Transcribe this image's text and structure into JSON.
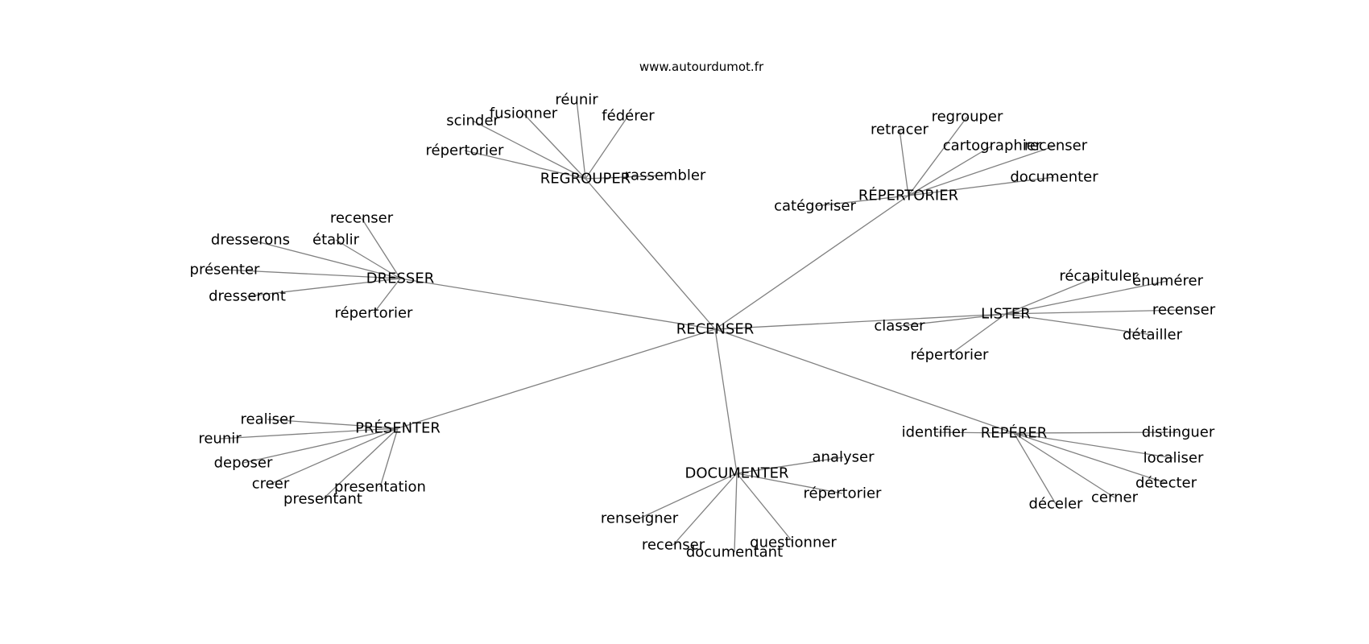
{
  "source": "www.autourdumot.fr",
  "graph": {
    "root": "RECENSER",
    "hubs": [
      {
        "name": "REGROUPER",
        "leaves": [
          "répertorier",
          "scinder",
          "fusionner",
          "réunir",
          "fédérer",
          "rassembler"
        ]
      },
      {
        "name": "RÉPERTORIER",
        "leaves": [
          "catégoriser",
          "retracer",
          "regrouper",
          "cartographier",
          "recenser",
          "documenter"
        ]
      },
      {
        "name": "DRESSER",
        "leaves": [
          "recenser",
          "dresserons",
          "établir",
          "présenter",
          "dresseront",
          "répertorier"
        ]
      },
      {
        "name": "LISTER",
        "leaves": [
          "classer",
          "récapituler",
          "énumérer",
          "recenser",
          "détailler",
          "répertorier"
        ]
      },
      {
        "name": "PRÉSENTER",
        "leaves": [
          "realiser",
          "reunir",
          "deposer",
          "creer",
          "presentant",
          "presentation"
        ]
      },
      {
        "name": "REPÉRER",
        "leaves": [
          "identifier",
          "distinguer",
          "localiser",
          "détecter",
          "cerner",
          "déceler"
        ]
      },
      {
        "name": "DOCUMENTER",
        "leaves": [
          "analyser",
          "répertorier",
          "questionner",
          "documentant",
          "recenser",
          "renseigner"
        ]
      }
    ]
  }
}
